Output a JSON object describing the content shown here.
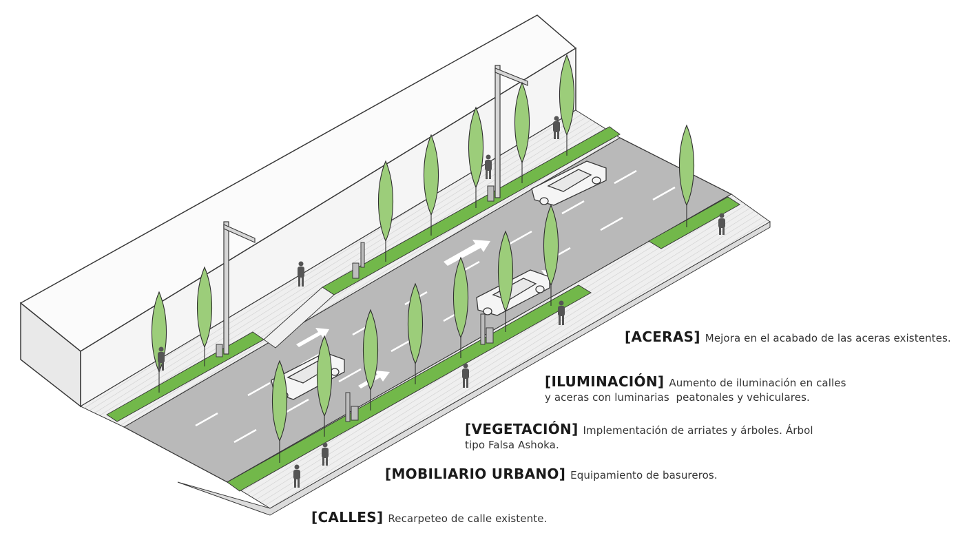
{
  "legend": [
    {
      "tag": "[ACERAS]",
      "description": "Mejora en el acabado de las aceras existentes."
    },
    {
      "tag": "[ILUMINACIÓN]",
      "description": "Aumento de iluminación en calles\ny aceras con luminarias  peatonales y vehiculares."
    },
    {
      "tag": "[VEGETACIÓN]",
      "description": "Implementación de arriates y árboles. Árbol\ntipo Falsa Ashoka."
    },
    {
      "tag": "[MOBILIARIO URBANO]",
      "description": "Equipamiento de basureros."
    },
    {
      "tag": "[CALLES]",
      "description": "Recarpeteo de calle existente."
    }
  ],
  "colors": {
    "planter_green": "#72b84a",
    "tree_green": "#9ccd7a",
    "asphalt": "#b9b9b9",
    "sidewalk": "#ececec",
    "building": "#f7f7f7",
    "outline": "#3a3a3a"
  }
}
